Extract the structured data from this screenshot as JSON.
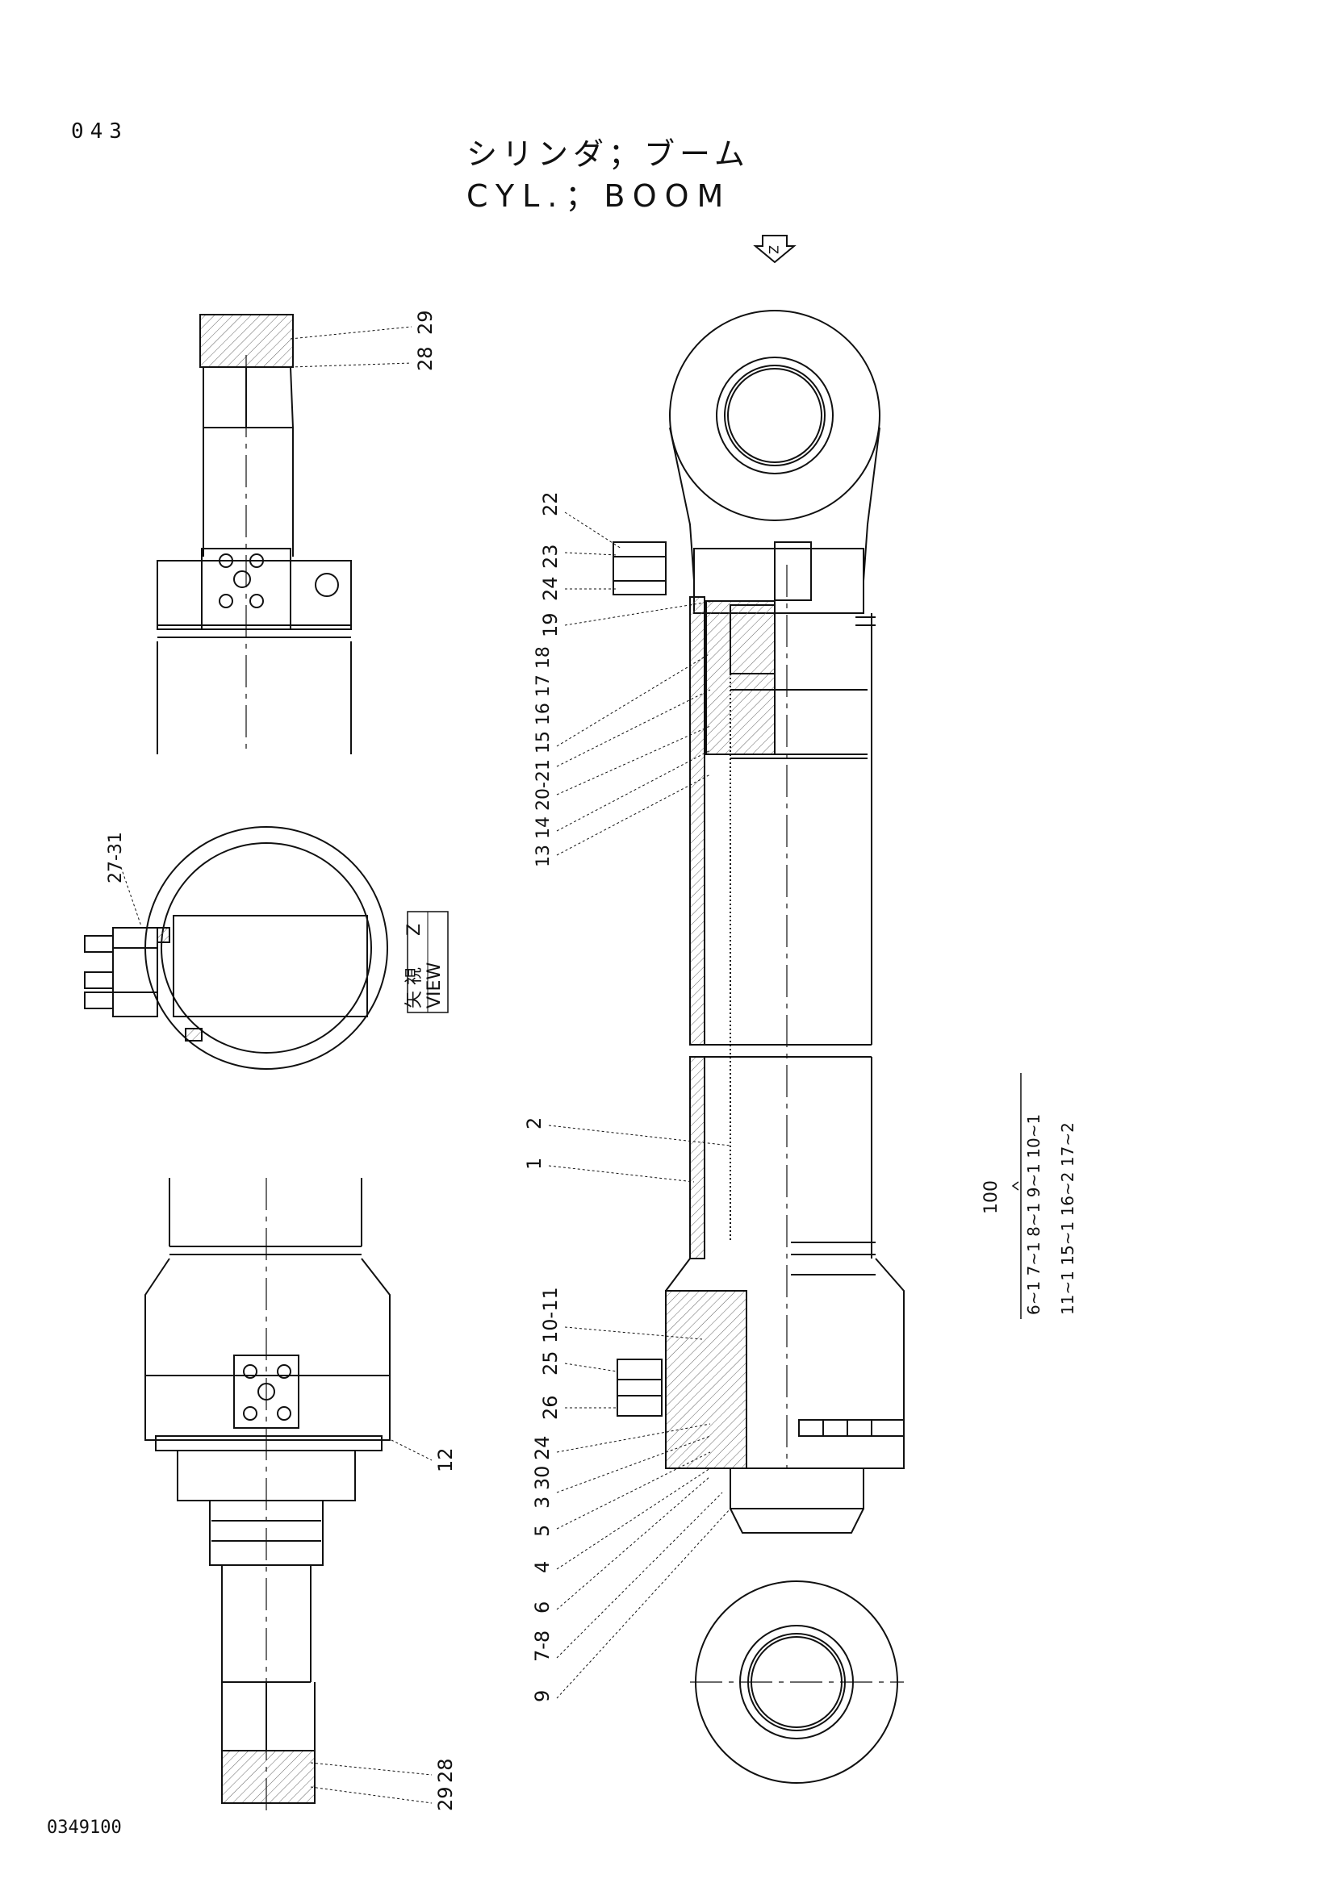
{
  "page_number": "043",
  "title_jp": "シリンダ；ブーム",
  "title_en": "CYL.；BOOM",
  "document_code": "0349100",
  "view_arrow_label": "Z",
  "view_label": {
    "jp": "矢 視",
    "en": "VIEW",
    "letter": "Z"
  },
  "callouts": {
    "top_left": [
      "29",
      "28"
    ],
    "view_z": [
      "27-31"
    ],
    "bottom_left": [
      "12",
      "28",
      "29"
    ],
    "head_side": [
      "22",
      "23",
      "24",
      "19",
      "13 14 20-21 15 16 17 18"
    ],
    "tube": [
      "2",
      "1"
    ],
    "rod_side": [
      "10-11",
      "25",
      "26",
      "24",
      "3 30",
      "5",
      "4",
      "6",
      "7-8",
      "9"
    ]
  },
  "kit": {
    "main": "100",
    "row1": "6~1  7~1  8~1  9~1  10~1",
    "row2": "11~1  15~1  16~2  17~2"
  }
}
